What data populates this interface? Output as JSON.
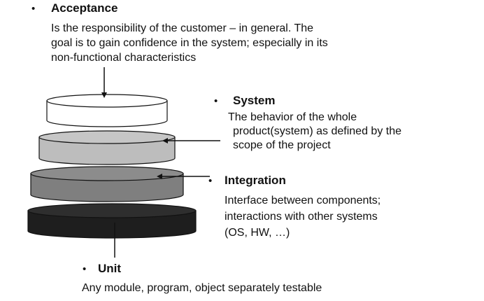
{
  "acceptance": {
    "bullet": "•",
    "title": "Acceptance",
    "lines": [
      "Is the responsibility of the customer – in general. The",
      "goal is to gain confidence in the system; especially in its",
      "non-functional characteristics"
    ]
  },
  "system": {
    "bullet": "•",
    "title": "System",
    "lines": [
      "The behavior of the whole",
      "product(system) as defined by the",
      "scope of the project"
    ]
  },
  "integration": {
    "bullet": "•",
    "title": "Integration",
    "lines": [
      "Interface between components;",
      "interactions with other systems",
      "(OS, HW, …)"
    ]
  },
  "unit": {
    "bullet": "•",
    "title": "Unit",
    "lines": [
      "Any module, program, object separately testable"
    ]
  },
  "colors": {
    "acceptance_disk": "#ffffff",
    "system_disk": "#bdbdbd",
    "integration_disk": "#7f7f7f",
    "unit_disk": "#1e1e1e",
    "stroke": "#111111"
  }
}
